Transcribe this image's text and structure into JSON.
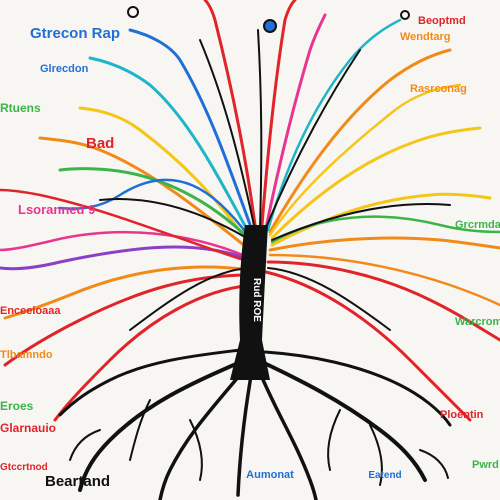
{
  "colors": {
    "background": "#f7f6f3",
    "trunk": "#111111",
    "roots": "#111111",
    "branch_red": "#e0242a",
    "branch_orange": "#f28a1a",
    "branch_yellow": "#f5c518",
    "branch_green": "#3bb54a",
    "branch_teal": "#1fb5c9",
    "branch_blue": "#1f6fd6",
    "branch_purple": "#8b3fc8",
    "branch_pink": "#e8368f"
  },
  "labels": {
    "top_left_1": "Gtrecon Rap",
    "top_left_2": "Glrecdon",
    "left_1": "Rtuens",
    "left_2": "Bad",
    "left_3": "Lsoranned 9",
    "left_4": "Enceeioaaa",
    "left_5": "Tlbamndo",
    "left_6": "Eroes",
    "left_7": "Glarnauio",
    "bottom_left_1": "Gtccrtnod",
    "bottom_left_2": "Beartand",
    "bottom_center": "Aumonat",
    "bottom_right_1": "Eatend",
    "bottom_right_2": "Pwrd",
    "top_right_1": "Beoptmd",
    "top_right_2": "Wendtarg",
    "right_1": "Rasrconag",
    "right_2": "Grcrmda",
    "right_3": "Warcrom",
    "right_4": "Ploentin",
    "trunk_text": "Rud ROE"
  }
}
